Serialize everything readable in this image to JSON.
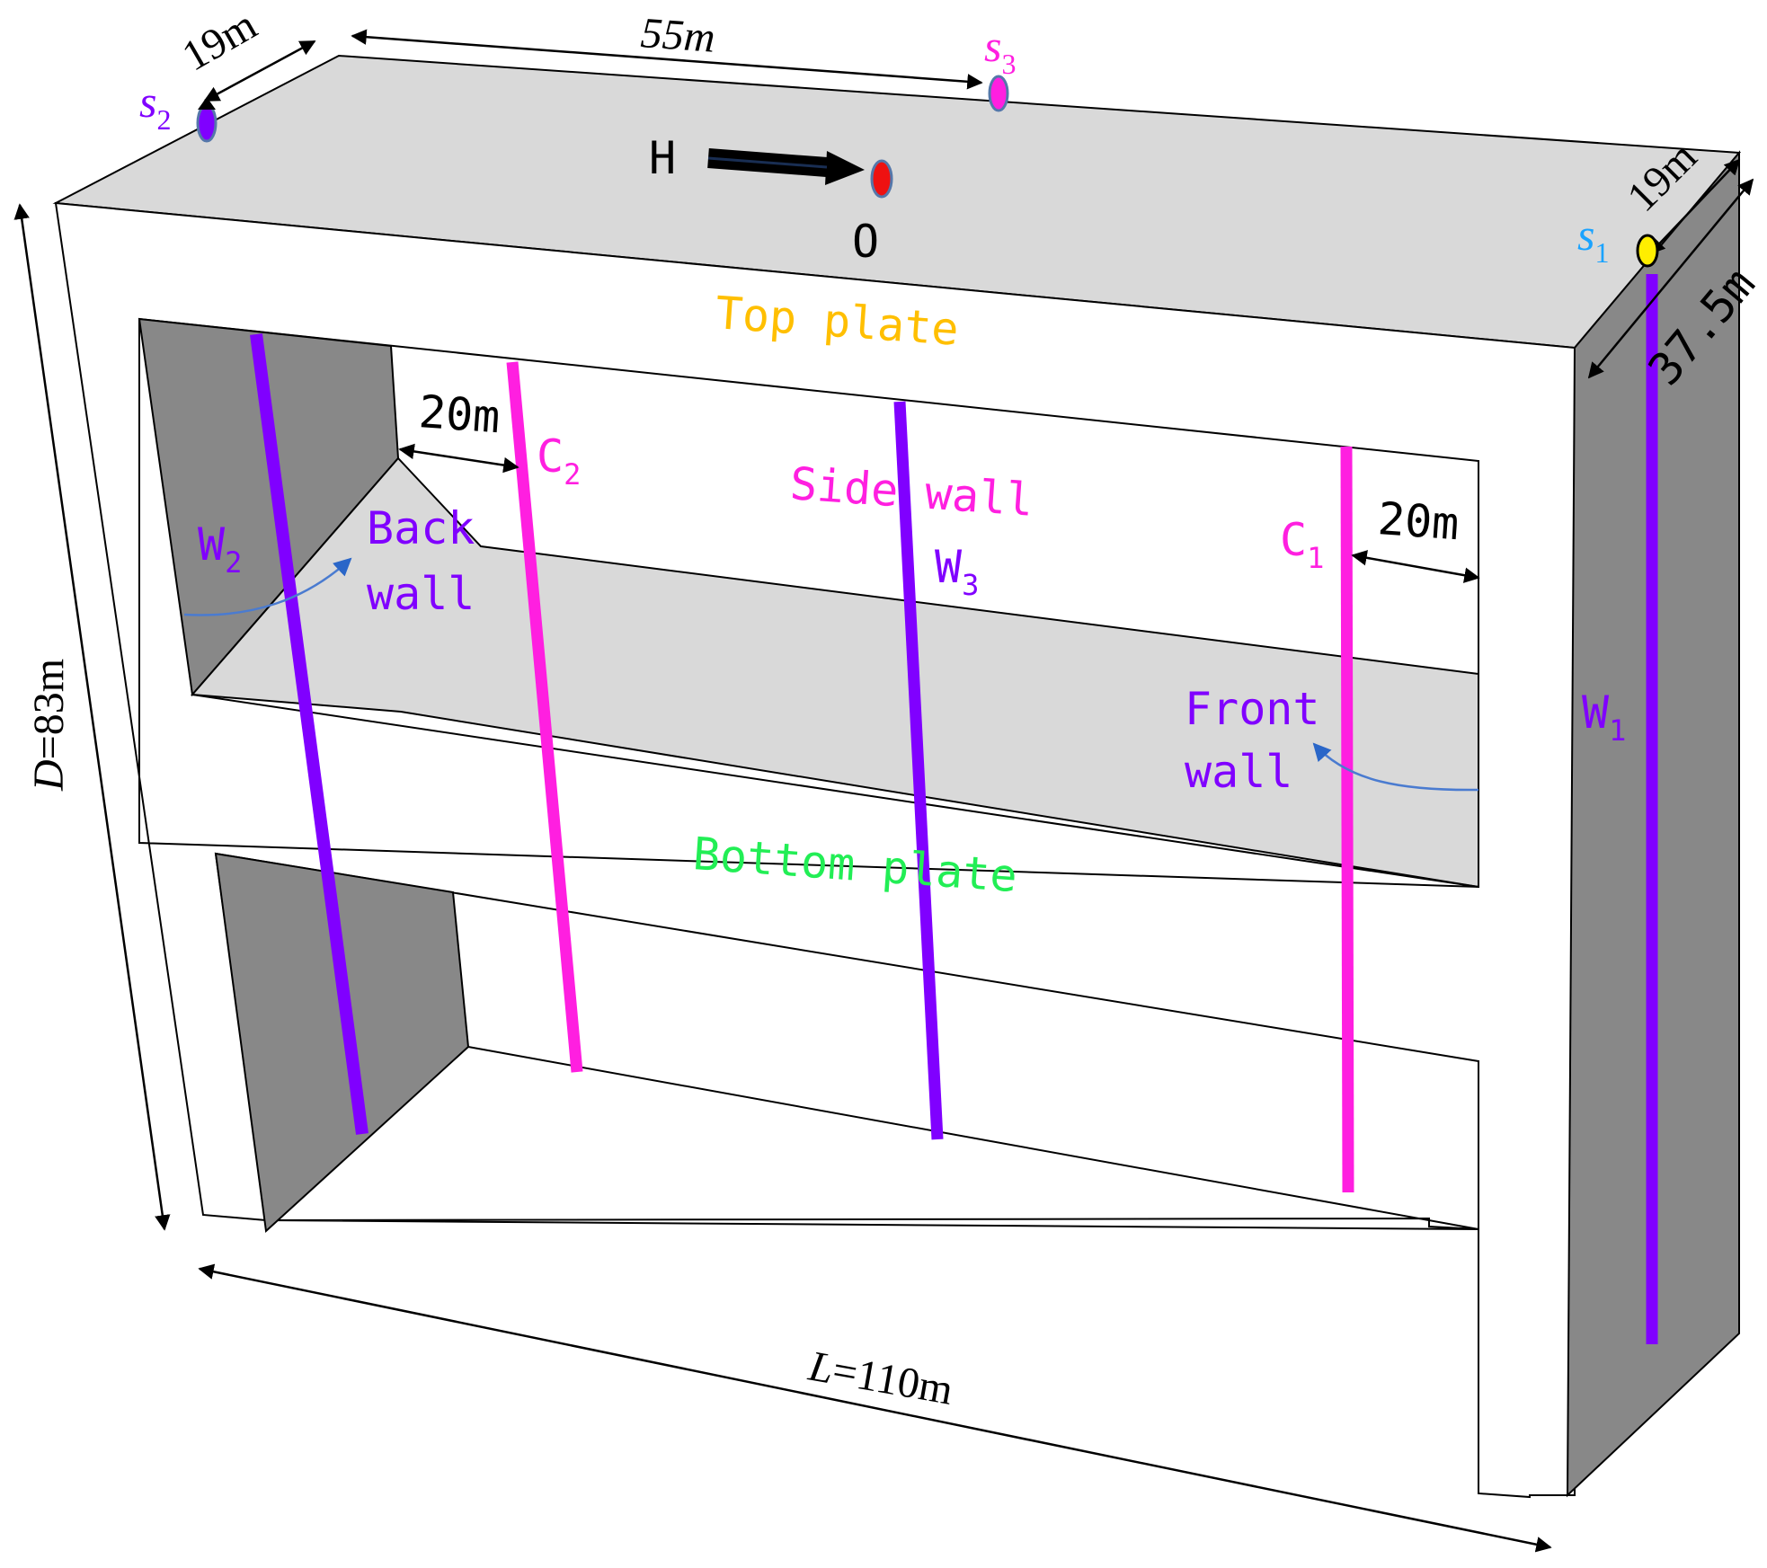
{
  "labels": {
    "top_plate": "Top plate",
    "side_wall": "Side wall",
    "back_wall_line1": "Back",
    "back_wall_line2": "wall",
    "front_wall_line1": "Front",
    "front_wall_line2": "wall",
    "bottom_plate": "Bottom plate",
    "force": "H",
    "origin": "O"
  },
  "lines": {
    "w1": {
      "letter": "W",
      "sub": "1"
    },
    "w2": {
      "letter": "W",
      "sub": "2"
    },
    "w3": {
      "letter": "W",
      "sub": "3"
    },
    "c1": {
      "letter": "C",
      "sub": "1"
    },
    "c2": {
      "letter": "C",
      "sub": "2"
    }
  },
  "points": {
    "s1": {
      "letter": "s",
      "sub": "1"
    },
    "s2": {
      "letter": "s",
      "sub": "2"
    },
    "s3": {
      "letter": "s",
      "sub": "3"
    }
  },
  "dimensions": {
    "s2_width": "19m",
    "s2_to_s3": "55m",
    "s1_width": "19m",
    "depth_half": "37.5m",
    "c2_offset": "20m",
    "c1_offset": "20m",
    "height_var": "D",
    "height_val": "=83m",
    "length_var": "L",
    "length_val": "=110m"
  },
  "colors": {
    "violet": "#8000ff",
    "magenta": "#ff1fe0",
    "top_plate_text": "#ffbf00",
    "bottom_plate_text": "#22ee55",
    "s1_text": "#1aa3ff",
    "origin_marker": "#ee1111",
    "s1_marker": "#ffee00",
    "face_gray": "#d9d9d9",
    "wall_dark": "#888888",
    "curve_blue": "#4a7bd0"
  }
}
